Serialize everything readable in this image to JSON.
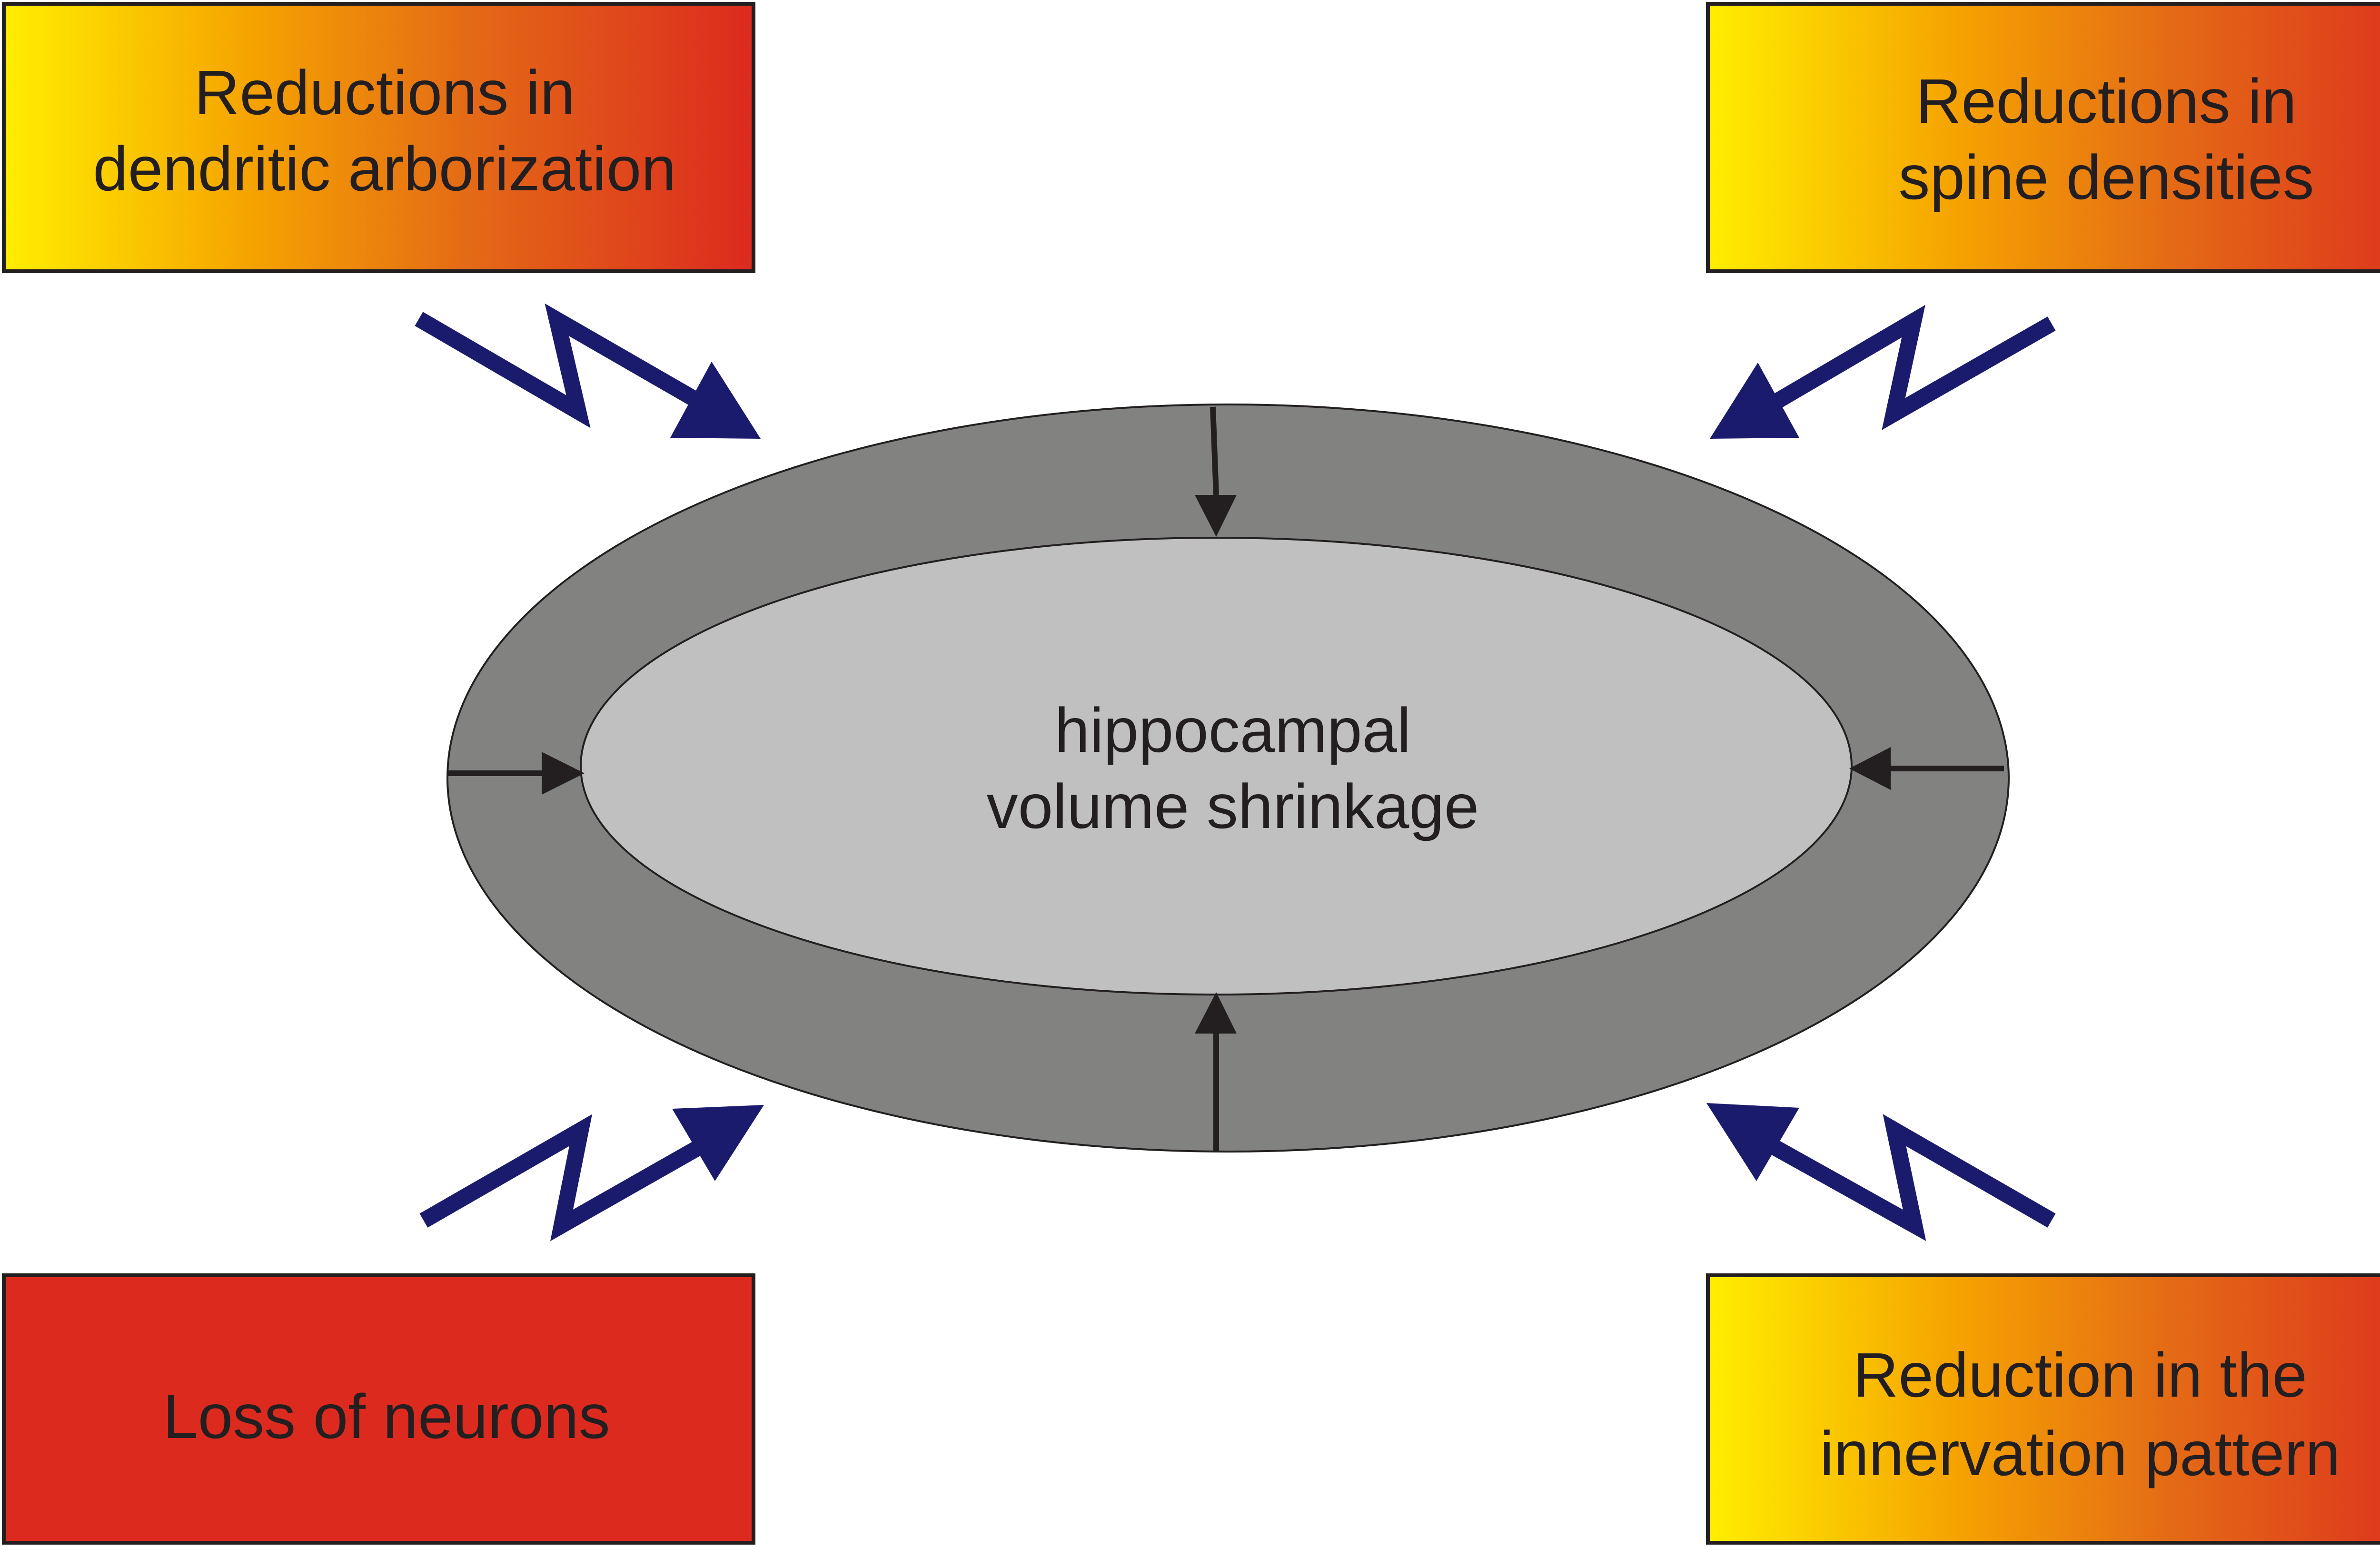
{
  "diagram": {
    "center": {
      "line1": "hippocampal",
      "line2": "volume shrinkage"
    },
    "boxes": {
      "top_left": {
        "line1": "Reductions in",
        "line2": "dendritic arborization"
      },
      "top_right": {
        "line1": "Reductions in",
        "line2": "spine densities"
      },
      "bottom_left": {
        "line1": "Loss of neurons"
      },
      "bottom_right": {
        "line1": "Reduction in the",
        "line2": "innervation pattern"
      }
    },
    "colors": {
      "gradient_start": "#ffee00",
      "gradient_mid": "#f6a500",
      "gradient_end": "#dc2a1f",
      "solid_red": "#dc2a1f",
      "outer_ring": "#828280",
      "inner_ellipse": "#c1c0c1",
      "bolt_arrow": "#1b1b6d",
      "inner_arrow": "#231f20",
      "text": "#231f20"
    }
  }
}
